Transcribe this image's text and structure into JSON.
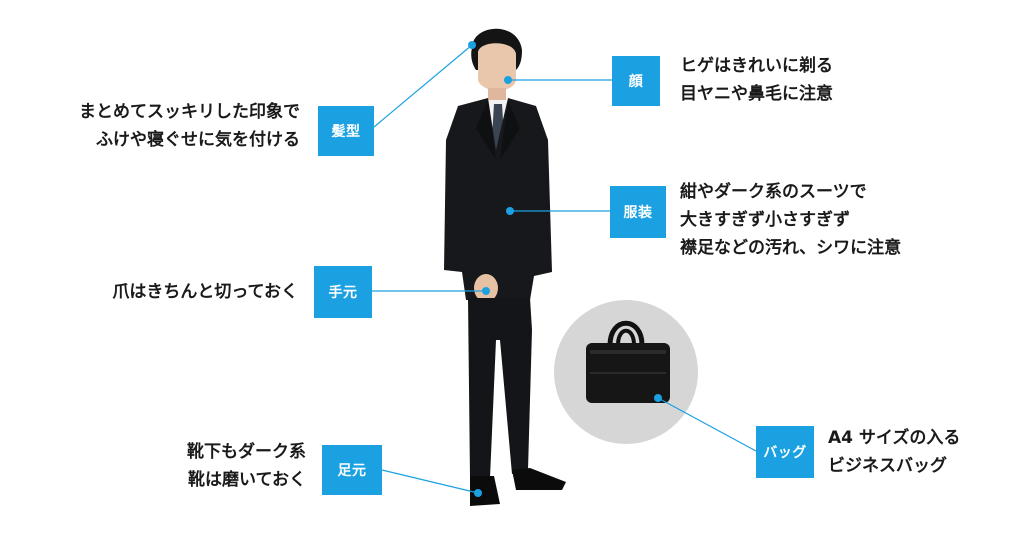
{
  "colors": {
    "accent": "#1ba1e2",
    "text": "#1a1a1a",
    "suit": "#17181b",
    "bag_circle": "#d6d6d6"
  },
  "callouts": {
    "hair": {
      "label": "髪型",
      "lines": [
        "まとめてスッキリした印象で",
        "ふけや寝ぐせに気を付ける"
      ]
    },
    "face": {
      "label": "顔",
      "lines": [
        "ヒゲはきれいに剃る",
        "目ヤニや鼻毛に注意"
      ]
    },
    "clothes": {
      "label": "服装",
      "lines": [
        "紺やダーク系のスーツで",
        "大きすぎず小さすぎず",
        "襟足などの汚れ、シワに注意"
      ]
    },
    "hands": {
      "label": "手元",
      "lines": [
        "爪はきちんと切っておく"
      ]
    },
    "feet": {
      "label": "足元",
      "lines": [
        "靴下もダーク系",
        "靴は磨いておく"
      ]
    },
    "bag": {
      "label": "バッグ",
      "lines": [
        "A4 サイズの入る",
        "ビジネスバッグ"
      ]
    }
  }
}
